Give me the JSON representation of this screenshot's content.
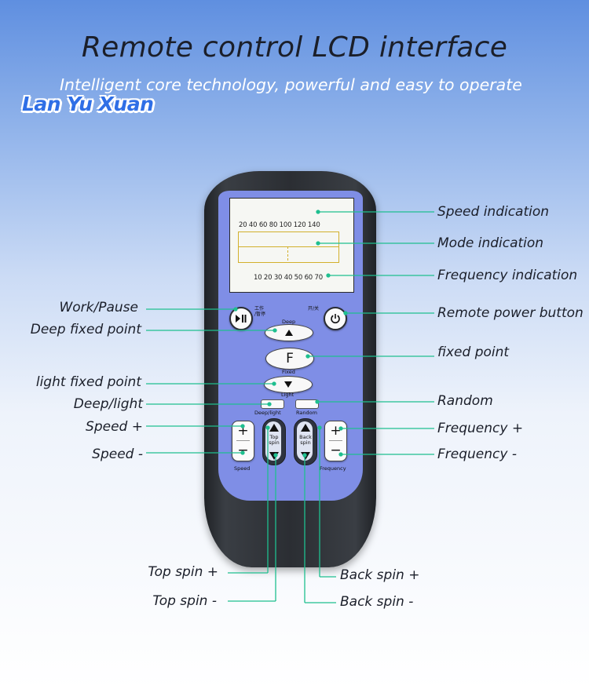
{
  "header": {
    "title": "Remote control LCD interface",
    "subtitle": "Intelligent core technology, powerful and easy to operate",
    "watermark": "Lan Yu Xuan"
  },
  "lcd": {
    "speed_scale": "20  40  60  80  100  120  140",
    "frequency_scale": "10 20 30 40 50 60 70"
  },
  "remote": {
    "work_pause_zh": "工作\n/暂停",
    "power_zh": "开/关",
    "deep_label": "Deep",
    "fixed_key": "F",
    "fixed_label": "Fixed",
    "light_label": "Light",
    "deep_light_label": "Deep/light",
    "random_label": "Random",
    "plus": "+",
    "minus": "−",
    "speed_label": "Speed",
    "frequency_label": "Frequency",
    "top_spin_label": "Top\nspin",
    "back_spin_label": "Back\nspin"
  },
  "callouts": {
    "speed_indication": "Speed indication",
    "mode_indication": "Mode indication",
    "frequency_indication": "Frequency indication",
    "remote_power_button": "Remote power button",
    "fixed_point": "fixed point",
    "random": "Random",
    "frequency_plus": "Frequency +",
    "frequency_minus": "Frequency -",
    "work_pause": "Work/Pause",
    "deep_fixed_point": "Deep fixed point",
    "light_fixed_point": "light fixed point",
    "deep_light": "Deep/light",
    "speed_plus": "Speed +",
    "speed_minus": "Speed -",
    "top_spin_plus": "Top spin +",
    "top_spin_minus": "Top spin -",
    "back_spin_plus": "Back spin +",
    "back_spin_minus": "Back spin -"
  },
  "colors": {
    "leader_line": "#1fbf8f",
    "panel": "#7f8ee6",
    "remote_body": "#2b2e33",
    "lcd_mode_box": "#d2b02c"
  }
}
